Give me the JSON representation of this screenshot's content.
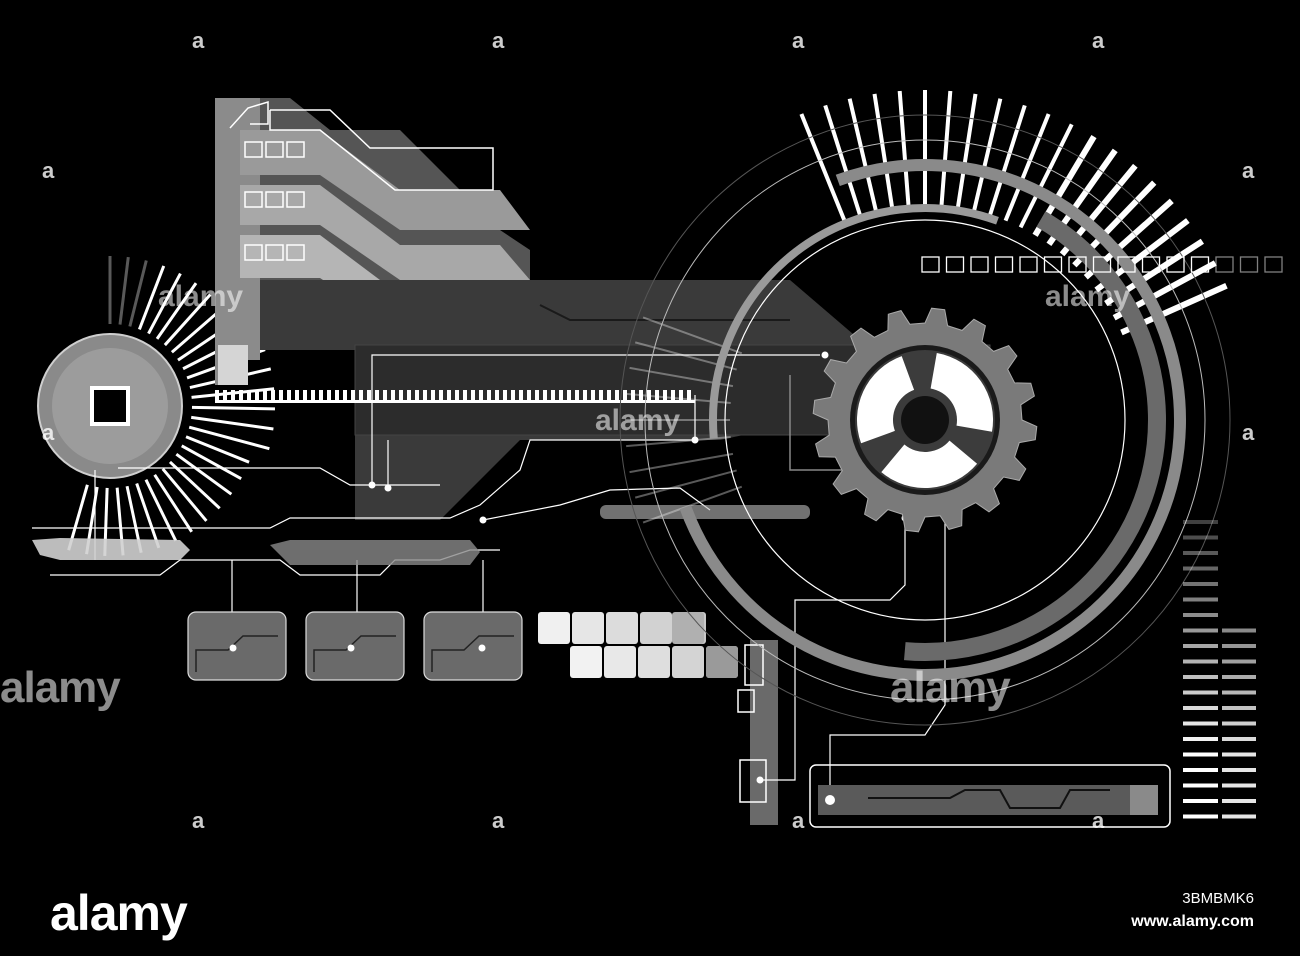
{
  "watermark": {
    "brand": "alamy",
    "stock_id": "3BMBMK6",
    "url": "www.alamy.com",
    "mark_glyph": "a"
  },
  "colors": {
    "background": "#000000",
    "panel_gray": "#6e6e6e",
    "light_gray": "#bdbdbd",
    "white": "#ffffff"
  },
  "icons": {
    "gauge": "circular-gauge-icon",
    "gear": "gear-icon",
    "aperture": "aperture-icon",
    "chip": "chip-icon"
  }
}
